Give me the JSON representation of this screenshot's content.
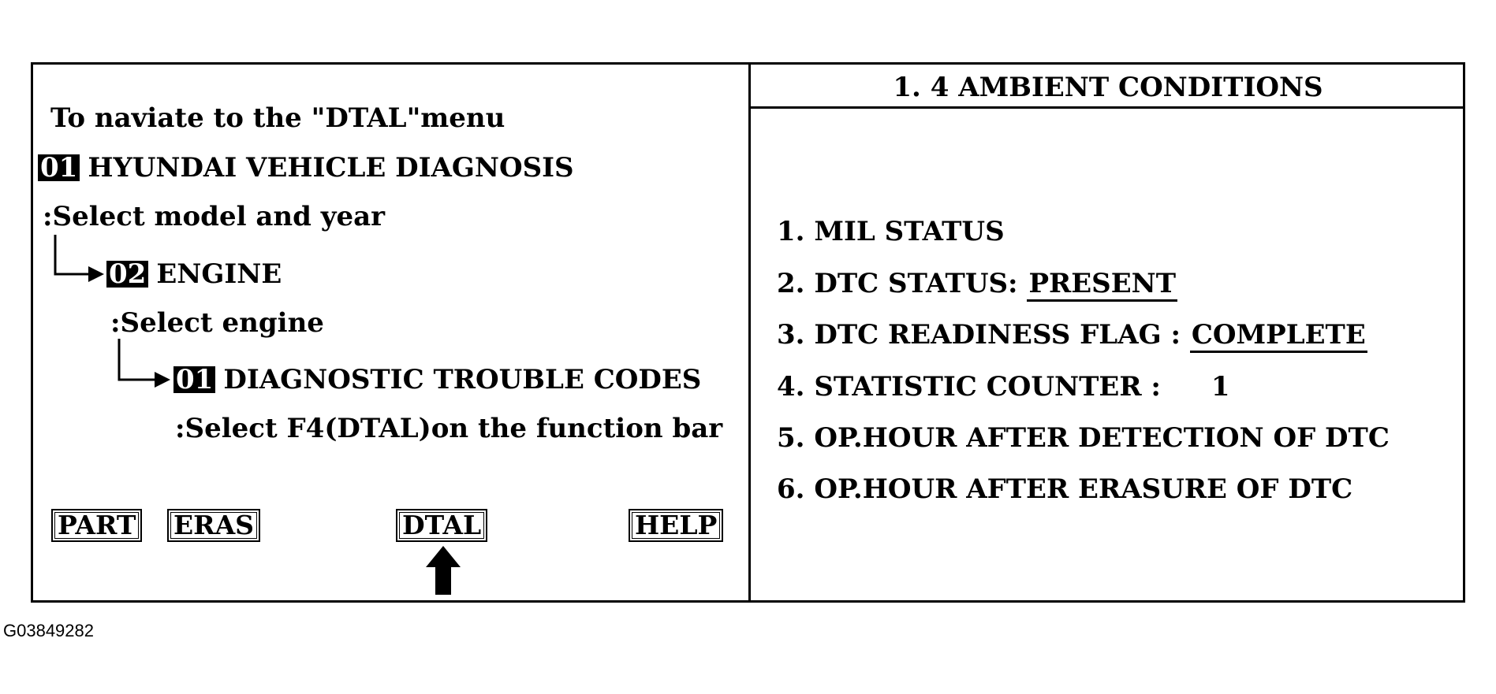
{
  "left_panel": {
    "intro": "To naviate to the \"DTAL\"menu",
    "step1": {
      "badge": "01",
      "label": "HYUNDAI VEHICLE DIAGNOSIS",
      "instruction": ":Select model and year"
    },
    "step2": {
      "badge": "02",
      "label": "ENGINE",
      "instruction": ":Select engine"
    },
    "step3": {
      "badge": "01",
      "label": "DIAGNOSTIC TROUBLE CODES",
      "instruction": ":Select F4(DTAL)on the function bar"
    },
    "function_keys": [
      "PART",
      "ERAS",
      "DTAL",
      "HELP"
    ]
  },
  "right_panel": {
    "title": "1. 4  AMBIENT  CONDITIONS",
    "items": [
      {
        "label": "1. MIL  STATUS",
        "value": ""
      },
      {
        "label": "2. DTC  STATUS:",
        "value": "PRESENT"
      },
      {
        "label": "3. DTC READINESS FLAG  : ",
        "value": "COMPLETE"
      },
      {
        "label": "4. STATISTIC COUNTER  :",
        "value": "1"
      },
      {
        "label": "5. OP.HOUR  AFTER  DETECTION  OF  DTC",
        "value": ""
      },
      {
        "label": "6. OP.HOUR  AFTER  ERASURE  OF  DTC",
        "value": ""
      }
    ]
  },
  "caption": "G03849282",
  "icons": {
    "arrow": "right-arrow-icon",
    "pointer": "up-arrow-icon"
  }
}
